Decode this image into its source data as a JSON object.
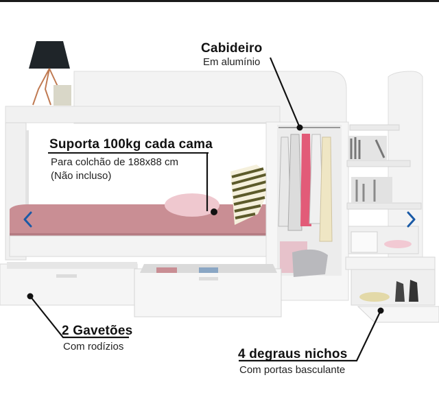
{
  "annotations": {
    "cabideiro": {
      "title": "Cabideiro",
      "subtitle": "Em alumínio"
    },
    "suporta": {
      "title": "Suporta 100kg cada cama",
      "line1": "Para colchão de 188x88 cm",
      "line2": "(Não incluso)"
    },
    "gavetoes": {
      "title": "2 Gavetões",
      "subtitle": "Com rodízios"
    },
    "degraus": {
      "title": "4 degraus nichos",
      "subtitle": "Com portas basculante"
    }
  },
  "navigation": {
    "prev_icon": "chevron-left-icon",
    "next_icon": "chevron-right-icon"
  },
  "colors": {
    "accent": "#1a5aa6",
    "furniture": "#f4f4f4",
    "mattress": "#c98e94",
    "line": "#111111"
  }
}
